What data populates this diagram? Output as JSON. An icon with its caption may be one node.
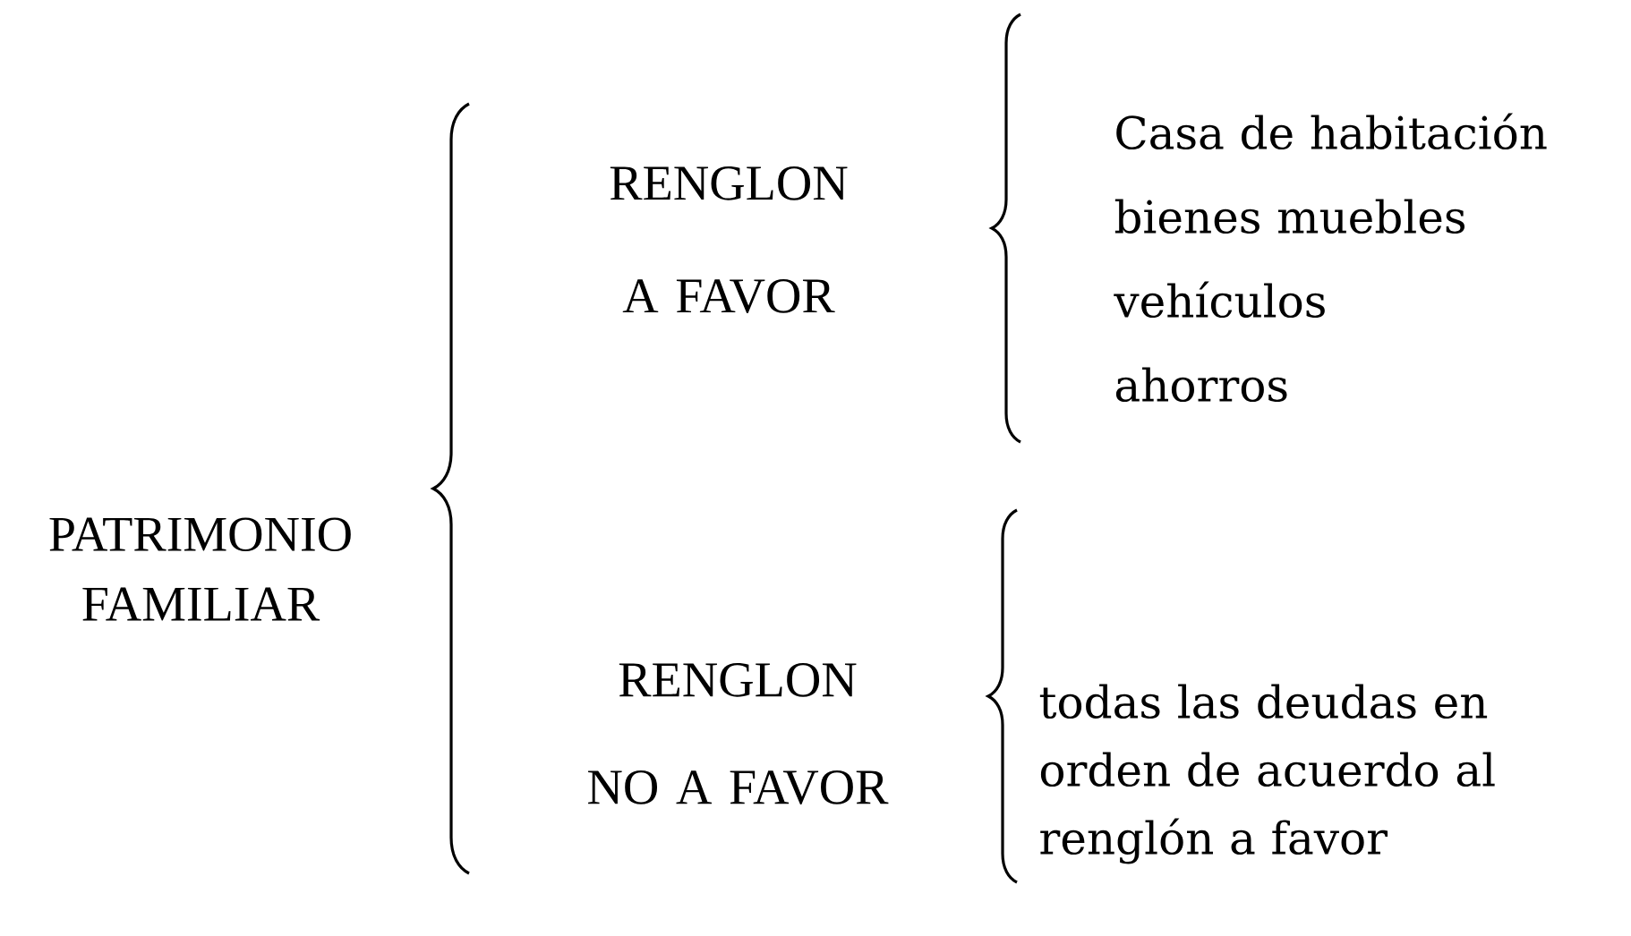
{
  "diagram": {
    "nodes": [
      {
        "text": [
          "PATRIMONIO FAMILIAR"
        ]
      },
      {
        "text": [
          "RENGLON A FAVOR"
        ]
      },
      {
        "text": [
          "RENGLON NO A FAVOR"
        ]
      },
      {
        "text": [
          "Casa de habitación",
          "bienes muebles",
          "vehículos",
          "ahorros"
        ]
      },
      {
        "text": [
          "todas las deudas en orden de acuerdo al renglón a favor"
        ]
      }
    ]
  }
}
